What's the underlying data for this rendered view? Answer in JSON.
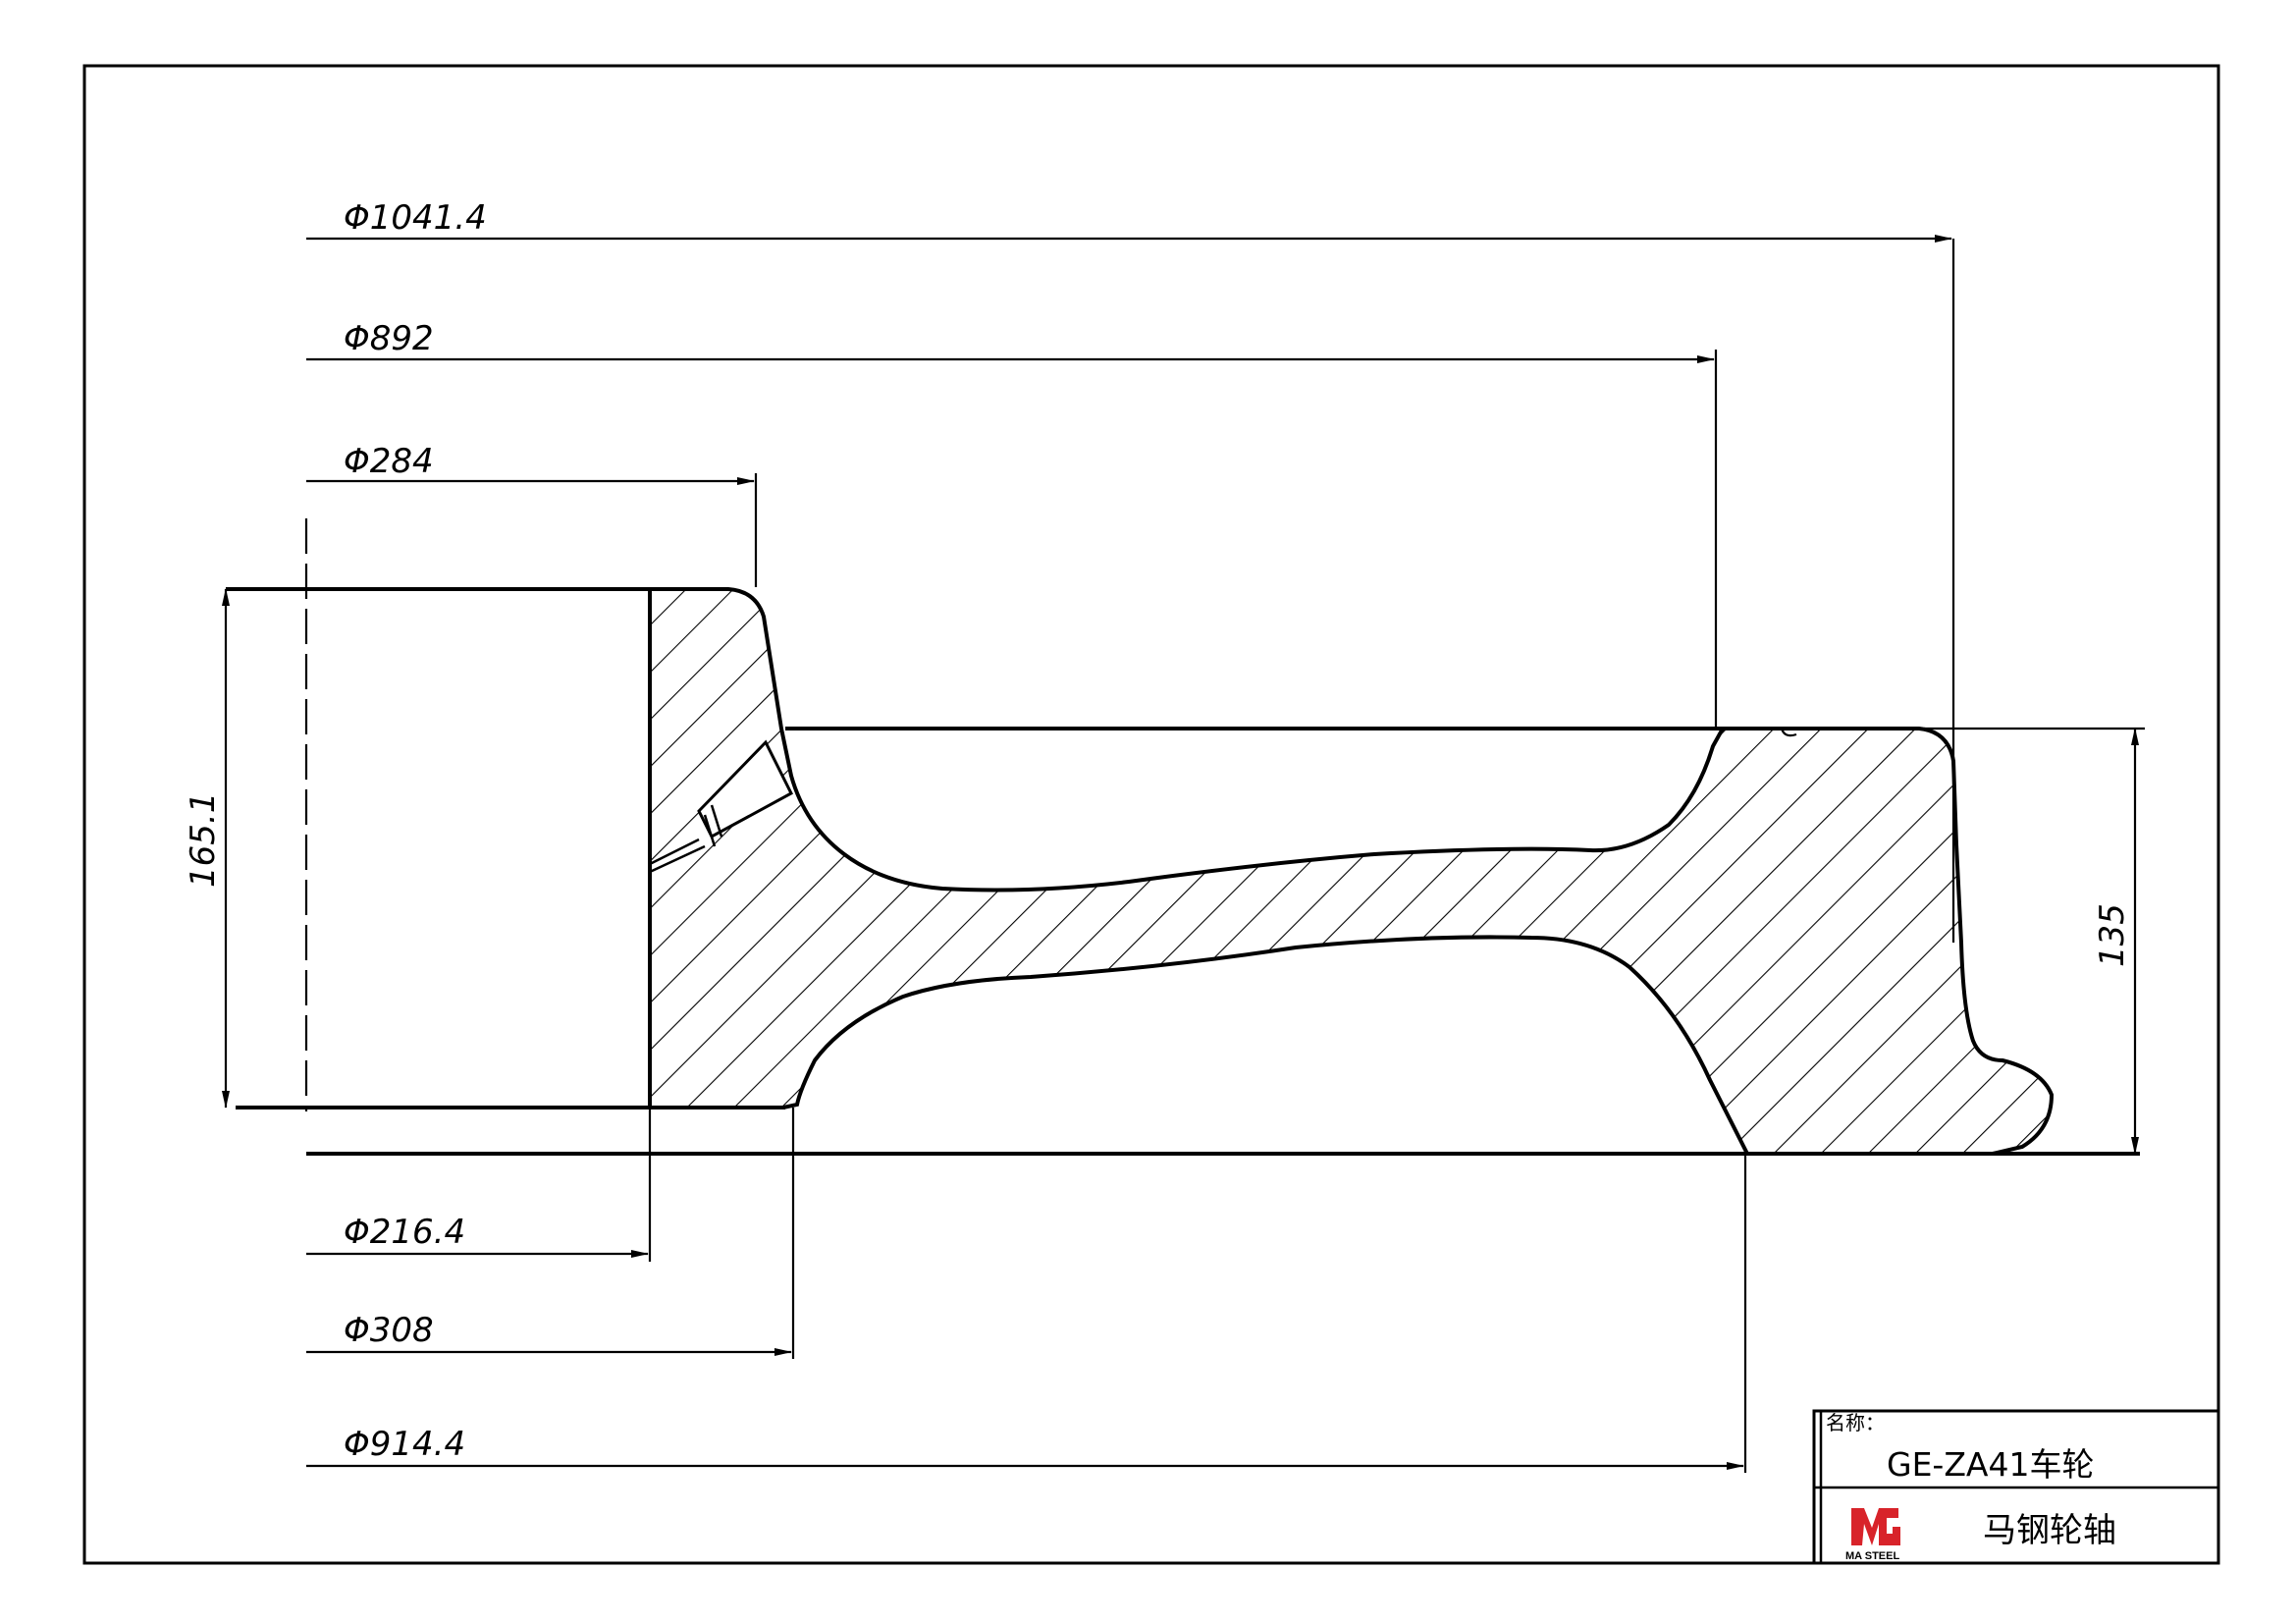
{
  "dimensions": {
    "d_outer": "Φ1041.4",
    "d_892": "Φ892",
    "d_284": "Φ284",
    "d_216": "Φ216.4",
    "d_308": "Φ308",
    "d_914": "Φ914.4",
    "h_hub": "165.1",
    "h_rim": "135"
  },
  "title_block": {
    "name_label": "名称：",
    "name_value": "GE-ZA41车轮",
    "company": "马钢轮轴",
    "logo_text": "MA STEEL"
  },
  "colors": {
    "logo_red": "#d8232a",
    "line": "#000000"
  }
}
